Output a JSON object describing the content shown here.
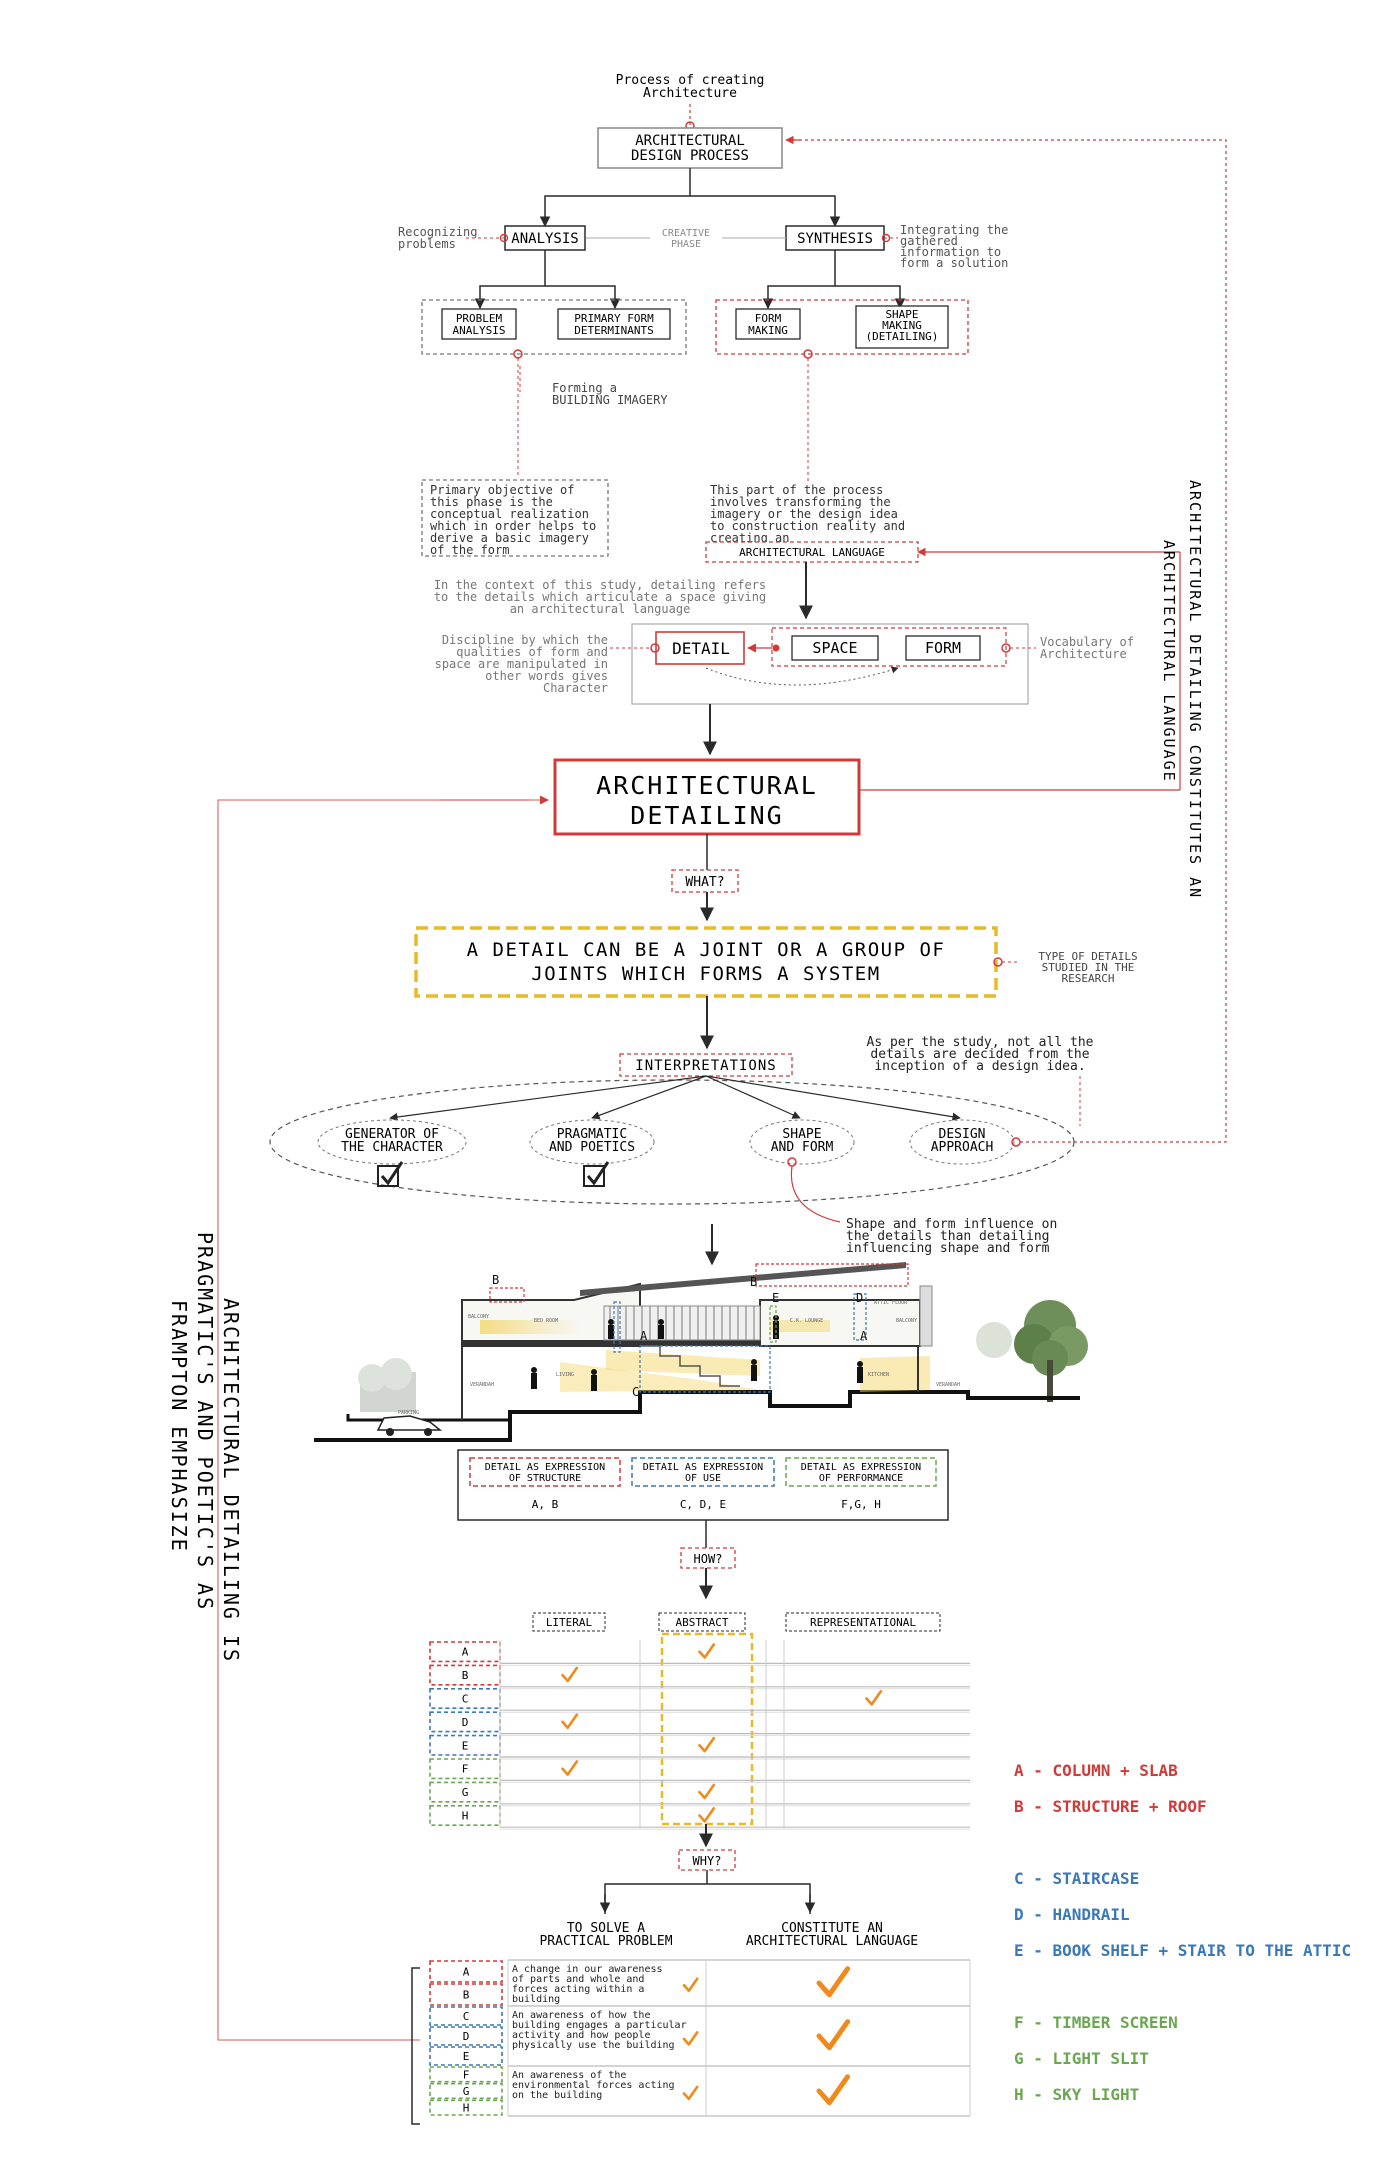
{
  "colors": {
    "red": "#d23a3a",
    "red_dark": "#b01c1c",
    "blue": "#3a78b8",
    "green": "#6aa84f",
    "yellow": "#e8b928",
    "orange": "#f08a1c",
    "line": "#2a2a2a",
    "gray": "#777777"
  },
  "top": {
    "process_note": [
      "Process of creating",
      "Architecture"
    ],
    "design_process": [
      "ARCHITECTURAL",
      "DESIGN PROCESS"
    ],
    "analysis": "ANALYSIS",
    "synthesis": "SYNTHESIS",
    "creative_phase": [
      "CREATIVE",
      "PHASE"
    ],
    "recognizing": [
      "Recognizing",
      "problems"
    ],
    "integrating": [
      "Integrating the",
      "gathered",
      "information to",
      "form a solution"
    ],
    "problem_analysis": [
      "PROBLEM",
      "ANALYSIS"
    ],
    "primary_form": [
      "PRIMARY FORM",
      "DETERMINANTS"
    ],
    "form_making": [
      "FORM",
      "MAKING"
    ],
    "shape_making": [
      "SHAPE",
      "MAKING",
      "(DETAILING)"
    ],
    "forming_imagery": [
      "Forming a",
      "BUILDING IMAGERY"
    ],
    "primary_objective": [
      "Primary objective of",
      "this phase is the",
      "conceptual realization",
      "which in order helps to",
      "derive a basic imagery",
      "of the form"
    ],
    "this_part": [
      "This part of the process",
      "involves transforming the",
      "imagery or the design idea",
      "to construction reality and",
      "creating an"
    ],
    "arch_language": "ARCHITECTURAL LANGUAGE",
    "context_note": [
      "In the context of this study, detailing refers",
      "to the details which articulate a space giving",
      "an architectural language"
    ],
    "discipline_note": [
      "Discipline by which the",
      "qualities of form and",
      "space are manipulated in",
      "other words gives",
      "Character"
    ],
    "vocab_note": [
      "Vocabulary of",
      "Architecture"
    ],
    "detail": "DETAIL",
    "space": "SPACE",
    "form": "FORM"
  },
  "middle": {
    "arch_detailing": [
      "ARCHITECTURAL",
      "DETAILING"
    ],
    "what": "WHAT?",
    "definition": [
      "A DETAIL CAN BE A JOINT OR A GROUP OF",
      "JOINTS WHICH FORMS A SYSTEM"
    ],
    "type_note": [
      "TYPE OF DETAILS",
      "STUDIED IN THE",
      "RESEARCH"
    ],
    "interpretations": "INTERPRETATIONS",
    "study_note": [
      "As per the study, not all the",
      "details are decided from the",
      "inception of a design idea."
    ],
    "interp_items": [
      {
        "label": [
          "GENERATOR OF",
          "THE CHARACTER"
        ],
        "checked": true
      },
      {
        "label": [
          "PRAGMATIC",
          "AND POETICS"
        ],
        "checked": true
      },
      {
        "label": [
          "SHAPE",
          "AND FORM"
        ],
        "checked": false
      },
      {
        "label": [
          "DESIGN",
          "APPROACH"
        ],
        "checked": false
      }
    ],
    "shape_note": [
      "Shape and form influence on",
      "the details than detailing",
      "influencing shape and form"
    ],
    "right_vertical": [
      "ARCHITECTURAL DETAILING CONSTITUTES AN",
      "ARCHITECTURAL LANGUAGE"
    ],
    "left_vertical": [
      "ARCHITECTURAL DETAILING IS",
      "PRAGMATIC'S AND POETIC'S AS",
      "FRAMPTON EMPHASIZE"
    ]
  },
  "section": {
    "letters": [
      "B",
      "A",
      "B",
      "E",
      "D",
      "A",
      "C"
    ],
    "room_labels": [
      "BALCONY",
      "BED ROOM",
      "LIVING",
      "VERANDAH",
      "C.K. LOUNGE",
      "ATTIC FLOOR",
      "BALCONY",
      "PARKING",
      "KITCHEN",
      "VERANDAH"
    ]
  },
  "expression": {
    "structure": {
      "label": [
        "DETAIL AS EXPRESSION",
        "OF STRUCTURE"
      ],
      "letters": "A, B"
    },
    "use": {
      "label": [
        "DETAIL AS EXPRESSION",
        "OF USE"
      ],
      "letters": "C, D, E"
    },
    "performance": {
      "label": [
        "DETAIL AS EXPRESSION",
        "OF PERFORMANCE"
      ],
      "letters": "F,G, H"
    }
  },
  "how": "HOW?",
  "how_table": {
    "headers": [
      "LITERAL",
      "ABSTRACT",
      "REPRESENTATIONAL"
    ],
    "rows": [
      {
        "letter": "A",
        "group": "red",
        "checks": [
          false,
          true,
          false
        ]
      },
      {
        "letter": "B",
        "group": "red",
        "checks": [
          true,
          false,
          false
        ]
      },
      {
        "letter": "C",
        "group": "blue",
        "checks": [
          false,
          false,
          true
        ]
      },
      {
        "letter": "D",
        "group": "blue",
        "checks": [
          true,
          false,
          false
        ]
      },
      {
        "letter": "E",
        "group": "blue",
        "checks": [
          false,
          true,
          false
        ]
      },
      {
        "letter": "F",
        "group": "green",
        "checks": [
          true,
          false,
          false
        ]
      },
      {
        "letter": "G",
        "group": "green",
        "checks": [
          false,
          true,
          false
        ]
      },
      {
        "letter": "H",
        "group": "green",
        "checks": [
          false,
          true,
          false
        ]
      }
    ]
  },
  "why": "WHY?",
  "why_table": {
    "col1": [
      "TO SOLVE A",
      "PRACTICAL PROBLEM"
    ],
    "col2": [
      "CONSTITUTE AN",
      "ARCHITECTURAL LANGUAGE"
    ],
    "rows": [
      {
        "letters": [
          "A",
          "B"
        ],
        "group": "red",
        "text": [
          "A change in our awareness",
          "of parts and whole and",
          "forces acting within a",
          "building"
        ]
      },
      {
        "letters": [
          "C",
          "D",
          "E"
        ],
        "group": "blue",
        "text": [
          "An awareness of how the",
          "building engages a particular",
          "activity and how people",
          "physically use the building"
        ]
      },
      {
        "letters": [
          "F",
          "G",
          "H"
        ],
        "group": "green",
        "text": [
          "An awareness of the",
          "environmental forces acting",
          "on the building"
        ]
      }
    ]
  },
  "legend": [
    {
      "text": "A - COLUMN + SLAB",
      "group": "red"
    },
    {
      "text": "B -  STRUCTURE + ROOF",
      "group": "red"
    },
    {
      "text": "C - STAIRCASE",
      "group": "blue"
    },
    {
      "text": "D - HANDRAIL",
      "group": "blue"
    },
    {
      "text": "E - BOOK SHELF + STAIR TO THE ATTIC",
      "group": "blue"
    },
    {
      "text": "F - TIMBER SCREEN",
      "group": "green"
    },
    {
      "text": "G - LIGHT SLIT",
      "group": "green"
    },
    {
      "text": "H - SKY LIGHT",
      "group": "green"
    }
  ]
}
